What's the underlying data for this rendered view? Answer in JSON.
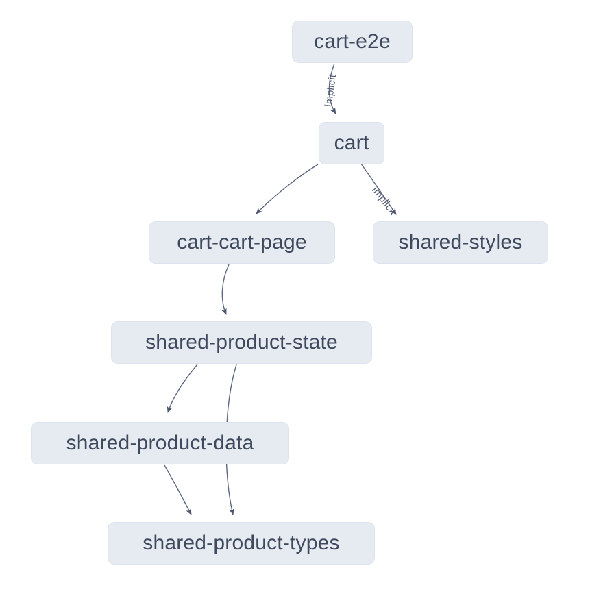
{
  "graph": {
    "kind": "project-dependency-graph",
    "nodes": [
      {
        "id": "cart-e2e",
        "label": "cart-e2e"
      },
      {
        "id": "cart",
        "label": "cart"
      },
      {
        "id": "cart-cart-page",
        "label": "cart-cart-page"
      },
      {
        "id": "shared-styles",
        "label": "shared-styles"
      },
      {
        "id": "shared-product-state",
        "label": "shared-product-state"
      },
      {
        "id": "shared-product-data",
        "label": "shared-product-data"
      },
      {
        "id": "shared-product-types",
        "label": "shared-product-types"
      }
    ],
    "edges": [
      {
        "from": "cart-e2e",
        "to": "cart",
        "label": "implicit"
      },
      {
        "from": "cart",
        "to": "cart-cart-page",
        "label": ""
      },
      {
        "from": "cart",
        "to": "shared-styles",
        "label": "implicit"
      },
      {
        "from": "cart-cart-page",
        "to": "shared-product-state",
        "label": ""
      },
      {
        "from": "shared-product-state",
        "to": "shared-product-data",
        "label": ""
      },
      {
        "from": "shared-product-state",
        "to": "shared-product-types",
        "label": ""
      },
      {
        "from": "shared-product-data",
        "to": "shared-product-types",
        "label": ""
      }
    ],
    "colors": {
      "background": "#ffffff",
      "node_fill": "#e6eaf1",
      "node_border": "#dde3ee",
      "node_text": "#3f495e",
      "edge_stroke": "#5d6780",
      "arrowhead_fill": "#4d5770",
      "edge_label_text": "#4d5770"
    }
  }
}
